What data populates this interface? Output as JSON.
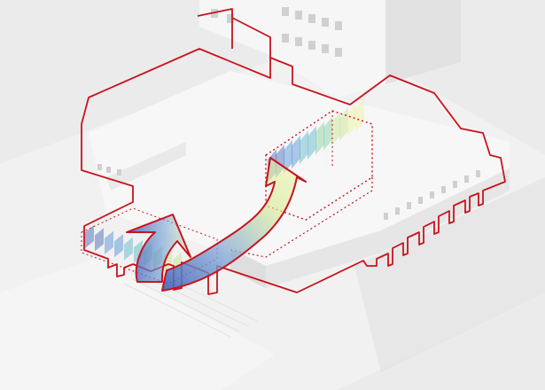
{
  "diagram": {
    "kind": "axonometric-building-diagram",
    "colors": {
      "background": "#ebebeb",
      "ground_slab": "#f1f1f1",
      "building_face": "#f7f7f7",
      "building_shade": "#dcdcdc",
      "window": "#cfcfcf",
      "outline_red": "#c8141e",
      "arrow_fill_light": "#f2f3a6",
      "arrow_fill_green": "#bfe0a0",
      "arrow_fill_blue": "#5f86cf",
      "arrow_fill_deep": "#3e5fb8",
      "gradient_panels": [
        "#3d5fb3",
        "#4a8bd0",
        "#57b4c7",
        "#7fcf9e",
        "#c6e58b",
        "#eef29a"
      ]
    },
    "elements": {
      "massing_outline": "red-footprint-outline",
      "upper_volume": "dotted-upper-volume",
      "lower_volume": "dotted-lower-volume",
      "flow_arrow": "curved-flow-arrow",
      "flow_arrow_secondary": "lower-flow-arrow"
    }
  }
}
